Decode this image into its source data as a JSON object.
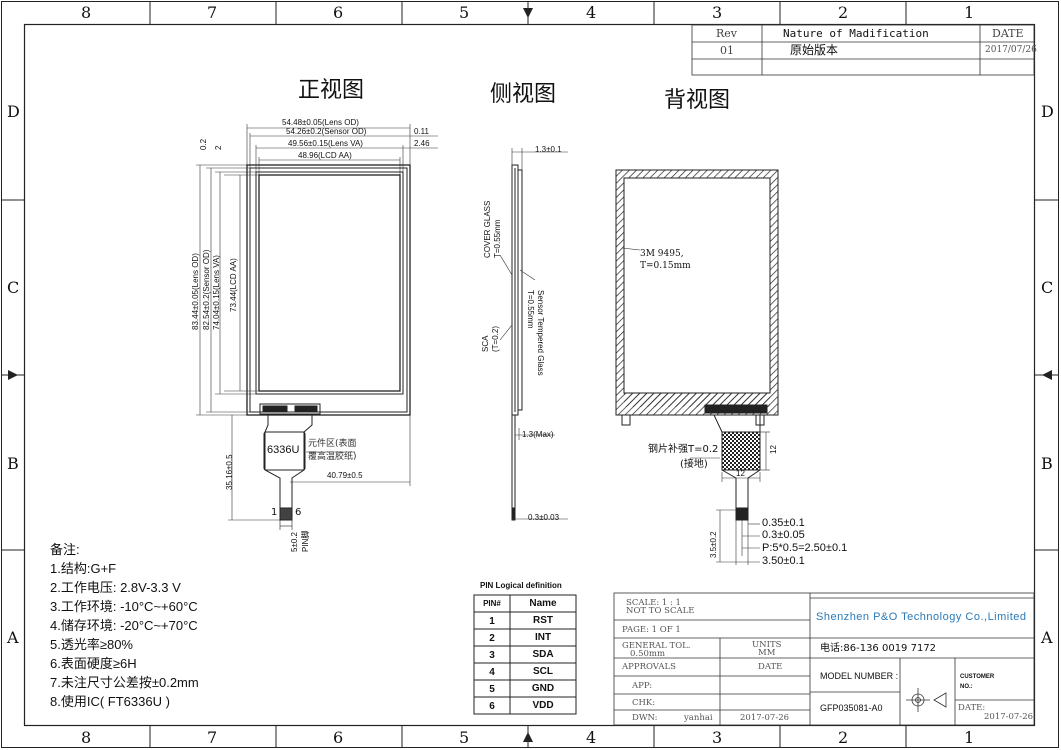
{
  "zones": {
    "columns": [
      "8",
      "7",
      "6",
      "5",
      "4",
      "3",
      "2",
      "1"
    ],
    "rows": [
      "D",
      "C",
      "B",
      "A"
    ]
  },
  "revision": {
    "headers": {
      "rev": "Rev",
      "nature": "Nature of Madification",
      "date": "DATE"
    },
    "rows": [
      {
        "rev": "01",
        "nature": "原始版本",
        "date": "2017/07/26"
      }
    ]
  },
  "views": {
    "front": "正视图",
    "side": "侧视图",
    "back": "背视图"
  },
  "front": {
    "dims": {
      "lens_od_w": "54.48±0.05(Lens OD)",
      "sensor_od_w": "54.26±0.2(Sensor OD)",
      "lens_va_w": "49.56±0.15(Lens VA)",
      "lcd_aa_w": "48.96(LCD AA)",
      "off1": "0.11",
      "off2": "2.46",
      "v1": "0.2",
      "v2": "2",
      "lens_od_h": "83.44±0.05(Lens OD)",
      "sensor_od_h": "82.54±0.2(Sensor OD)",
      "lens_va_h": "74.04±0.15(Lens VA)",
      "lcd_aa_h": "73.44(LCD AA)",
      "fpc_len": "35.16±0.5",
      "fpc_pos": "40.79±0.5",
      "pin_pitch": "5±0.2",
      "pin_label": "PIN脚"
    },
    "ic_label": "6336U",
    "component_note_1": "元件区(表面",
    "component_note_2": "覆高温胶纸)",
    "pin_first": "1",
    "pin_last": "6"
  },
  "side": {
    "top": "1.3±0.1",
    "cover": "COVER GLASS",
    "cover_t": "T=0.55mm",
    "sensor": "Sensor Tempered Glass",
    "sensor_t": "T=0.55mm",
    "sca": "SCA",
    "sca_t": "(T=0.2)",
    "max": "1.3(Max)",
    "bottom": "0.3±0.03"
  },
  "back": {
    "tape_1": "3M 9495,",
    "tape_2": "T=0.15mm",
    "stiffener_1": "钢片补强T=0.2",
    "stiffener_2": "(接地)",
    "h12": "12",
    "w12": "12",
    "pitch_v": "3.5±0.2",
    "notes": [
      "0.35±0.1",
      "0.3±0.05",
      "P:5*0.5=2.50±0.1",
      "3.50±0.1"
    ]
  },
  "notes": {
    "heading": "备注:",
    "items": [
      "1.结构:G+F",
      "2.工作电压: 2.8V-3.3 V",
      "3.工作环境: -10°C~+60°C",
      "4.储存环境: -20°C~+70°C",
      "5.透光率≥80%",
      "6.表面硬度≥6H",
      "7.未注尺寸公差按±0.2mm",
      "8.使用IC(   FT6336U    )"
    ]
  },
  "pin_table": {
    "title": "PIN Logical definition",
    "headers": [
      "PIN#",
      "Name"
    ],
    "rows": [
      [
        "1",
        "RST"
      ],
      [
        "2",
        "INT"
      ],
      [
        "3",
        "SDA"
      ],
      [
        "4",
        "SCL"
      ],
      [
        "5",
        "GND"
      ],
      [
        "6",
        "VDD"
      ]
    ]
  },
  "title_block": {
    "scale": "SCALE: 1 : 1",
    "not_to_scale": "NOT TO SCALE",
    "page": "PAGE:  1 OF 1",
    "general_tol": "GENERAL TOL.",
    "tol_value": "0.50mm",
    "units": "UNITS",
    "units_value": "MM",
    "approvals": "APPROVALS",
    "date": "DATE",
    "app": "APP:",
    "chk": "CHK:",
    "dwn": "DWN:",
    "dwn_name": "yanhai",
    "dwn_date": "2017-07-26",
    "company": "Shenzhen P&O Technology Co.,Limited",
    "phone": "电话:86-136 0019 7172",
    "model_label": "MODEL NUMBER :",
    "model": "GFP035081-A0",
    "customer": "CUSTOMER",
    "customer_no": "NO.:",
    "date_label": "DATE:",
    "date_value": "2017-07-26"
  }
}
